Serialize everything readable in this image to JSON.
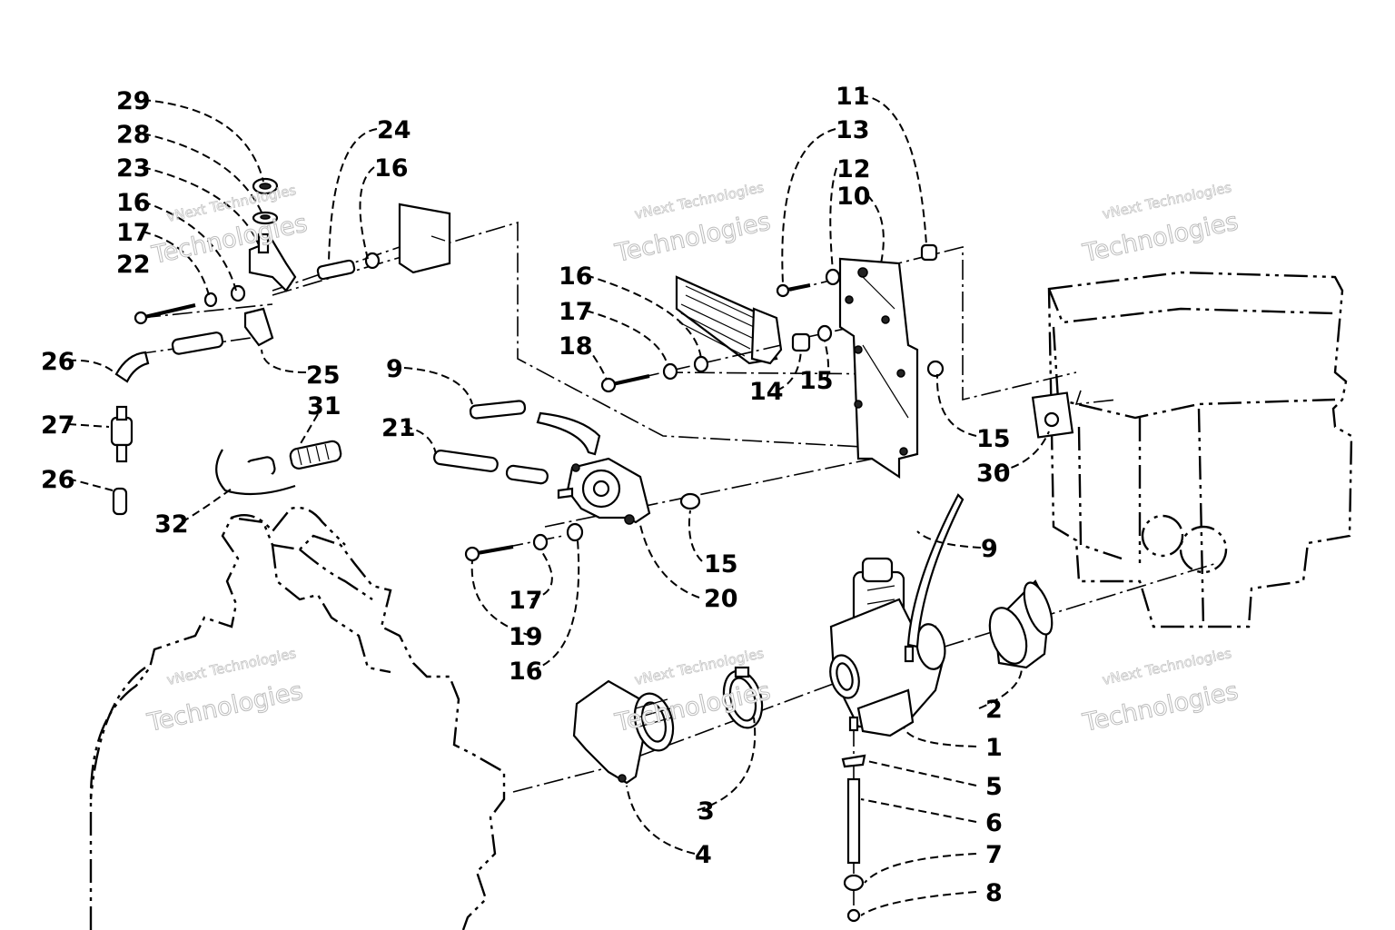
{
  "callouts": [
    "29",
    "28",
    "23",
    "16",
    "17",
    "22",
    "26",
    "27",
    "26",
    "24",
    "16",
    "25",
    "31",
    "32",
    "9",
    "21",
    "16",
    "17",
    "18",
    "19",
    "17",
    "16",
    "14",
    "15",
    "20",
    "15",
    "11",
    "13",
    "12",
    "10",
    "15",
    "30",
    "9",
    "2",
    "1",
    "5",
    "6",
    "7",
    "8",
    "3",
    "4"
  ],
  "watermark": {
    "small": "vNext Technologies",
    "big": "Technologies"
  },
  "chart_data": {
    "type": "diagram",
    "title": "",
    "part_numbers": [
      "1",
      "2",
      "3",
      "4",
      "5",
      "6",
      "7",
      "8",
      "9",
      "10",
      "11",
      "12",
      "13",
      "14",
      "15",
      "16",
      "17",
      "18",
      "19",
      "20",
      "21",
      "22",
      "23",
      "24",
      "25",
      "26",
      "27",
      "28",
      "29",
      "30",
      "31",
      "32"
    ]
  }
}
